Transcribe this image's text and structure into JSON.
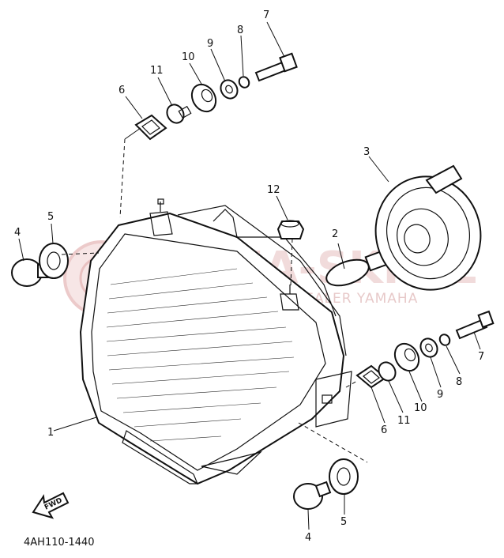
{
  "callouts": {
    "p1": "1",
    "p2": "2",
    "p3": "3",
    "p4_left": "4",
    "p5_left": "5",
    "p6_top": "6",
    "p7_top": "7",
    "p8_top": "8",
    "p9_top": "9",
    "p10_top": "10",
    "p11_top": "11",
    "p12": "12",
    "p6_right": "6",
    "p11_right": "11",
    "p10_right": "10",
    "p9_right": "9",
    "p8_right": "8",
    "p7_right": "7",
    "p4_bottom": "4",
    "p5_bottom": "5"
  },
  "watermark": {
    "main": "YAMA-SKI.PL",
    "sub": "WOJCIECHOWSKI DEALER YAMAHA"
  },
  "diagram_code": "4AH110-1440",
  "fwd_label": "FWD"
}
